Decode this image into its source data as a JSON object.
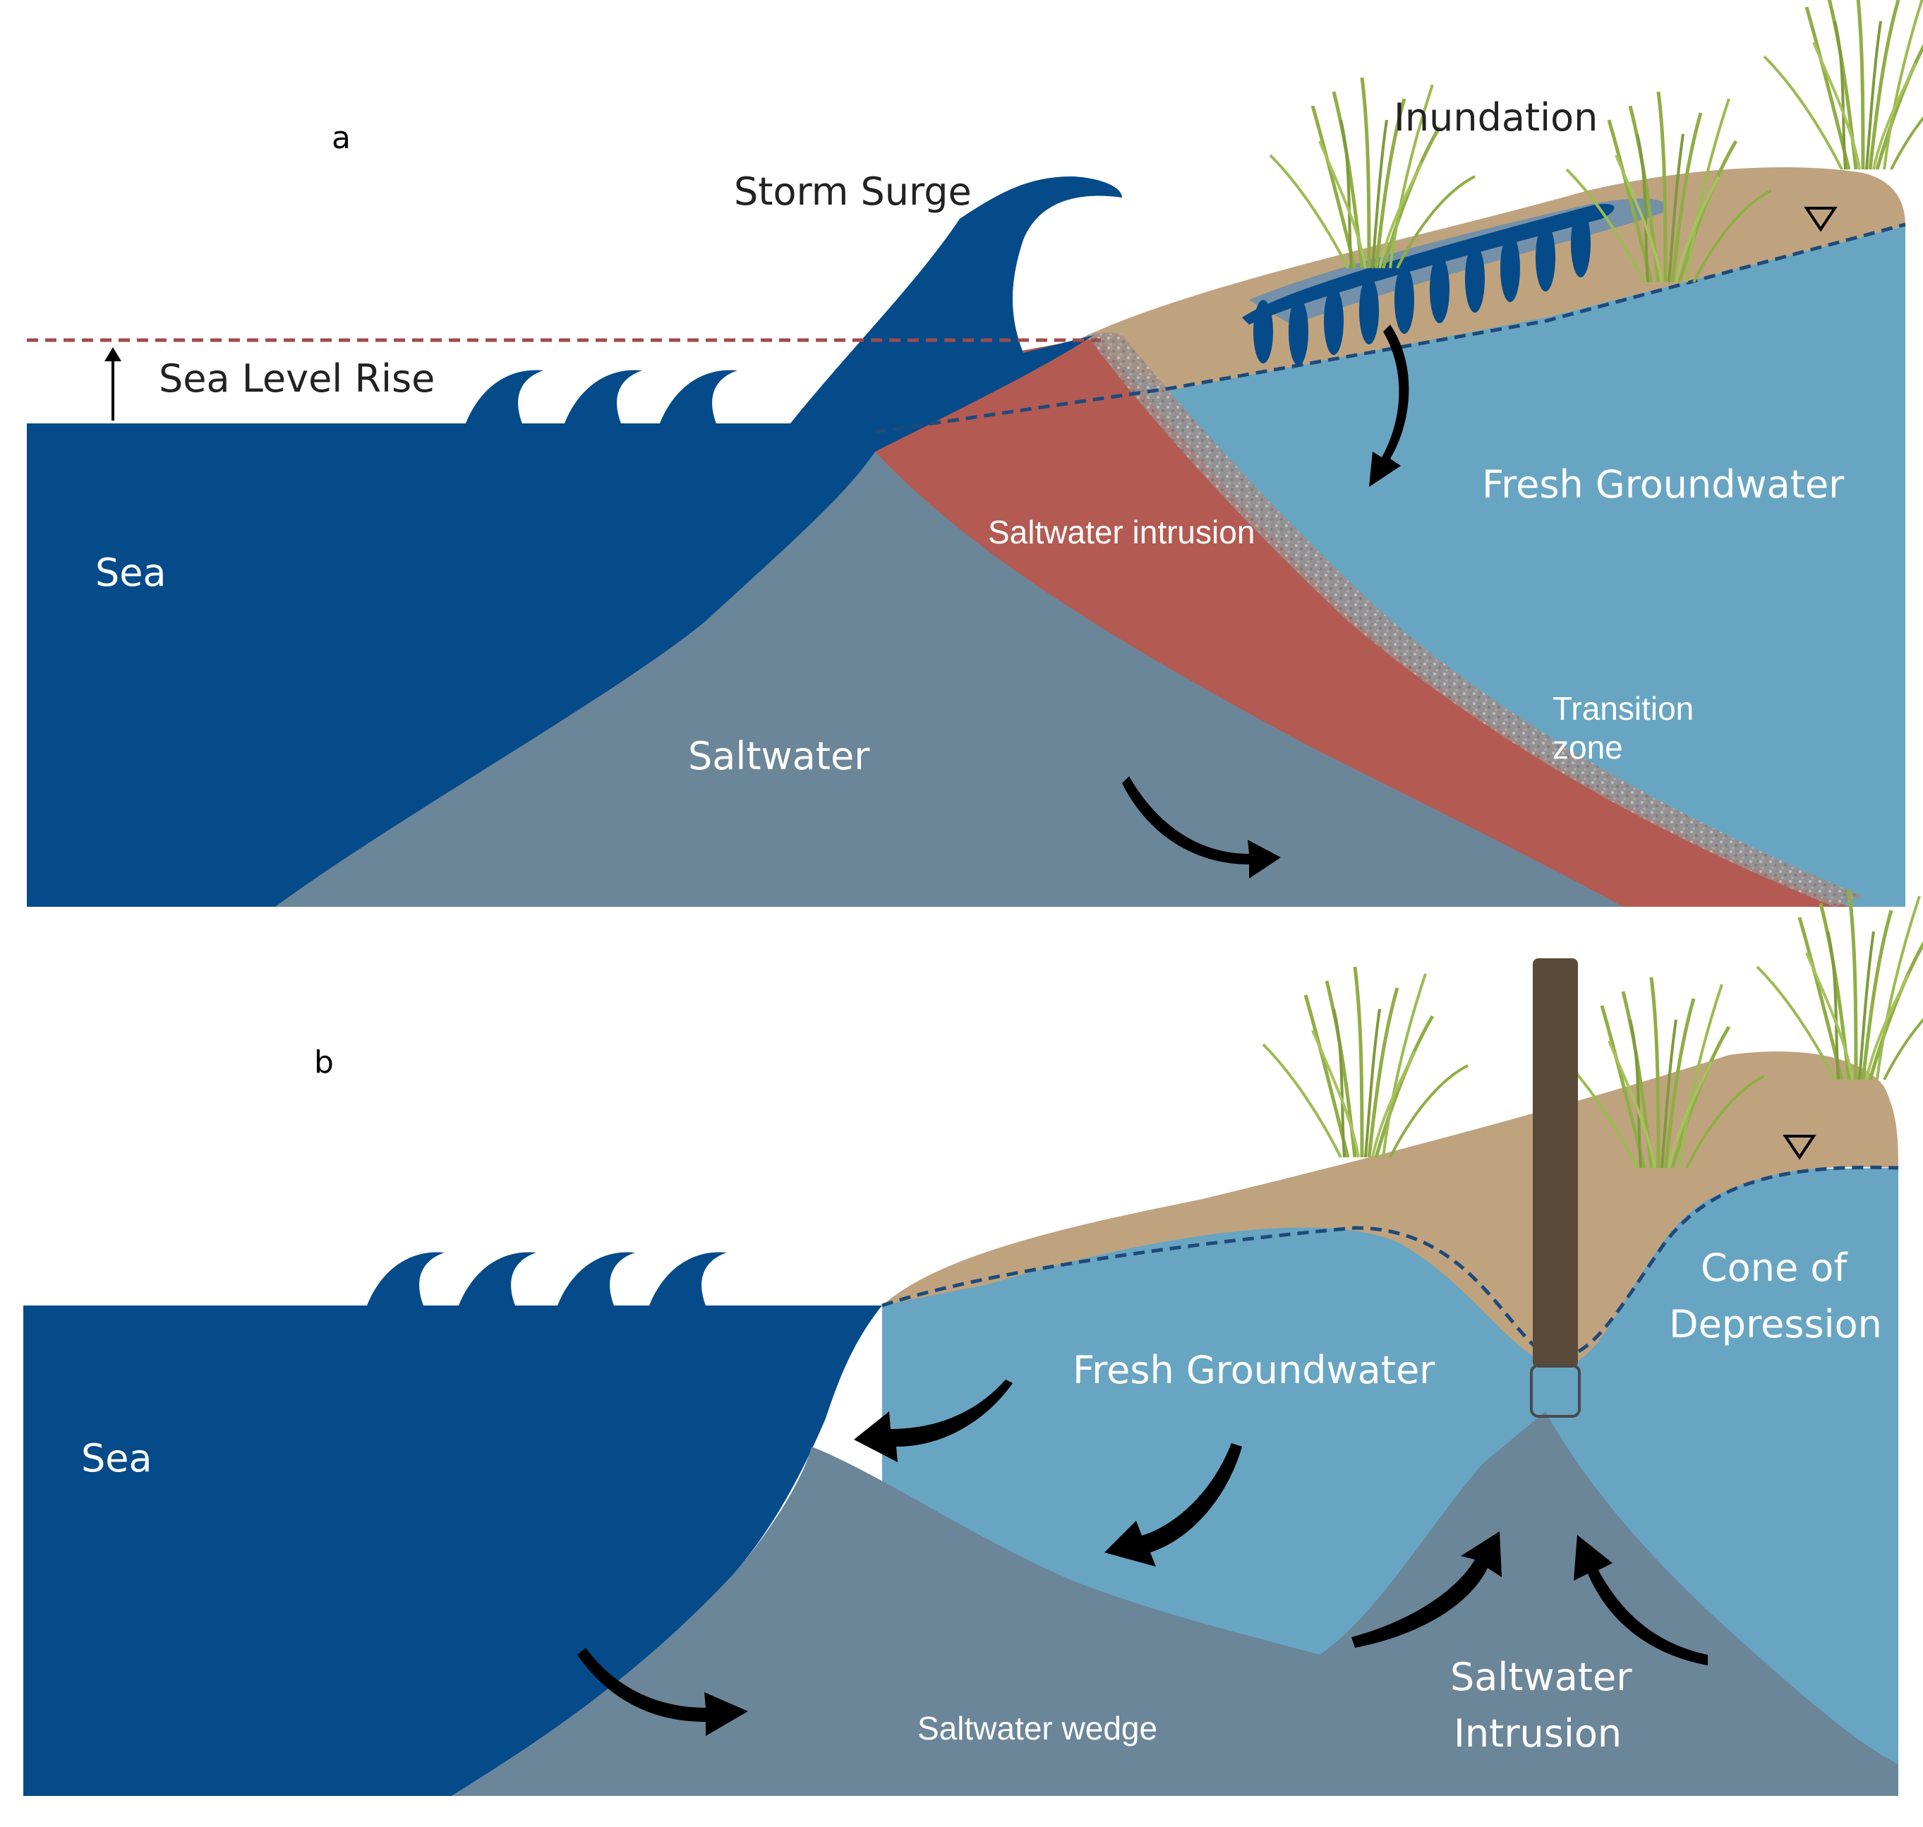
{
  "panel_a": {
    "panel_letter": "a",
    "labels": {
      "storm_surge": "Storm Surge",
      "inundation": "Inundation",
      "sea_level_rise": "Sea Level Rise",
      "sea": "Sea",
      "fresh_groundwater": "Fresh Groundwater",
      "saltwater_intrusion": "Saltwater intrusion",
      "saltwater": "Saltwater",
      "transition_zone_line1": "Transition",
      "transition_zone_line2": "zone"
    }
  },
  "panel_b": {
    "panel_letter": "b",
    "labels": {
      "sea": "Sea",
      "fresh_groundwater": "Fresh Groundwater",
      "cone_of_depression_line1": "Cone of",
      "cone_of_depression_line2": "Depression",
      "saltwater_intrusion_line1": "Saltwater",
      "saltwater_intrusion_line2": "Intrusion",
      "saltwater_wedge": "Saltwater wedge"
    }
  },
  "colors": {
    "sea": "#054b8a",
    "fresh_groundwater": "#68a5c2",
    "saltwater": "#6b8599",
    "saltwater_intrusion": "#b35a52",
    "soil": "#bfa37f",
    "vegetation": "#8fae45",
    "sea_level_dashed": "#a04a4a",
    "well": "#5a4a38",
    "arrow": "#000000"
  },
  "icons": [
    "water-table-triangle-icon",
    "wave-icon",
    "flow-arrow-icon",
    "grass-icon",
    "well-icon"
  ]
}
